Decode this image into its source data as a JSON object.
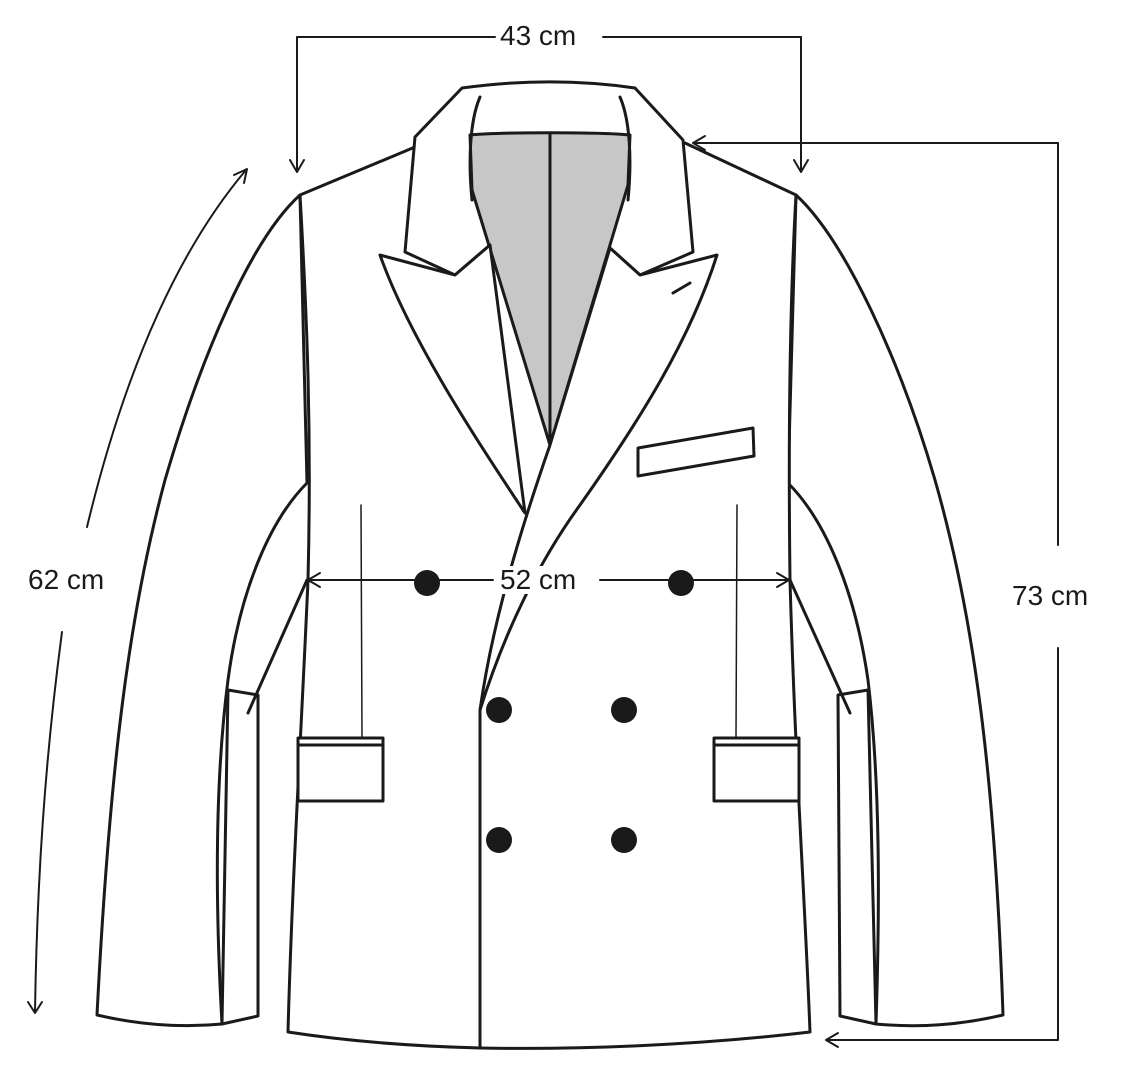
{
  "measurements": {
    "shoulder_width": "43 cm",
    "sleeve_length": "62 cm",
    "chest_width": "52 cm",
    "body_length": "73 cm"
  },
  "colors": {
    "outline": "#1a1a1a",
    "lining": "#c6c7c6",
    "background": "#ffffff"
  }
}
